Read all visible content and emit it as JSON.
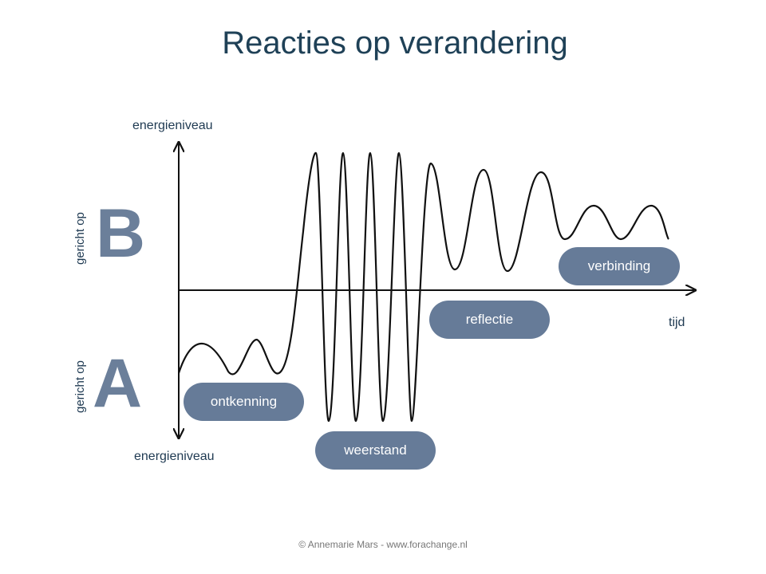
{
  "title": "Reacties op verandering",
  "axes": {
    "y_top_label": "energieniveau",
    "y_bottom_label": "energieniveau",
    "x_label": "tijd"
  },
  "sides": {
    "top": {
      "letter": "B",
      "caption": "gericht op"
    },
    "bottom": {
      "letter": "A",
      "caption": "gericht op"
    }
  },
  "phases": [
    "ontkenning",
    "weerstand",
    "reflectie",
    "verbinding"
  ],
  "footer": "© Annemarie Mars - www.forachange.nl",
  "colors": {
    "title": "#1f4157",
    "pill": "#667b98",
    "curve": "#111111"
  }
}
